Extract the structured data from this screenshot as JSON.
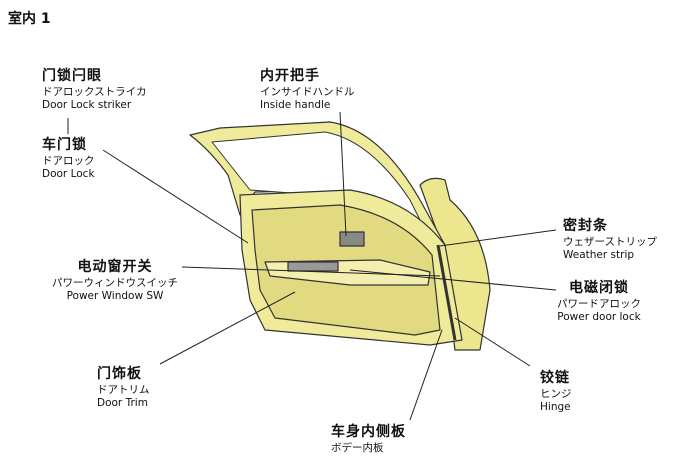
{
  "title": "室内 1",
  "labels": {
    "striker": {
      "zh": "门锁闩眼",
      "ja": "ドアロックストライカ",
      "en": "Door Lock striker"
    },
    "door_lock": {
      "zh": "车门锁",
      "ja": "ドアロック",
      "en": "Door Lock"
    },
    "inside_handle": {
      "zh": "内开把手",
      "ja": "インサイドハンドル",
      "en": "Inside handle"
    },
    "weather_strip": {
      "zh": "密封条",
      "ja": "ウェザーストリップ",
      "en": "Weather strip"
    },
    "power_window": {
      "zh": "电动窗开关",
      "ja": "パワーウィンドウスイッチ",
      "en": "Power Window SW"
    },
    "power_lock": {
      "zh": "电磁闭锁",
      "ja": "パワードアロック",
      "en": "Power door lock"
    },
    "door_trim": {
      "zh": "门饰板",
      "ja": "ドアトリム",
      "en": "Door Trim"
    },
    "hinge": {
      "zh": "铰链",
      "ja": "ヒンジ",
      "en": "Hinge"
    },
    "body_inner": {
      "zh": "车身内侧板",
      "ja": "ボデー内板"
    }
  },
  "colors": {
    "door": "#f0eb9a",
    "door_dark": "#d8d07a",
    "outline": "#333333"
  }
}
